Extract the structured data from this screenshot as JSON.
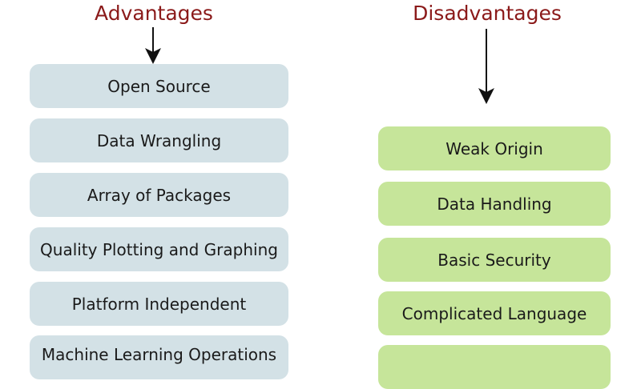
{
  "advantages": {
    "title": "Advantages",
    "items": [
      "Open Source",
      "Data Wrangling",
      "Array of Packages",
      "Quality Plotting and Graphing",
      "Platform Independent",
      "Machine Learning Operations"
    ]
  },
  "disadvantages": {
    "title": "Disadvantages",
    "items": [
      "Weak Origin",
      "Data Handling",
      "Basic Security",
      "Complicated Language",
      ""
    ]
  },
  "colors": {
    "title": "#8b1a1a",
    "advantage_box": "#d3e1e6",
    "disadvantage_box": "#c6e59a",
    "arrow": "#111111"
  }
}
